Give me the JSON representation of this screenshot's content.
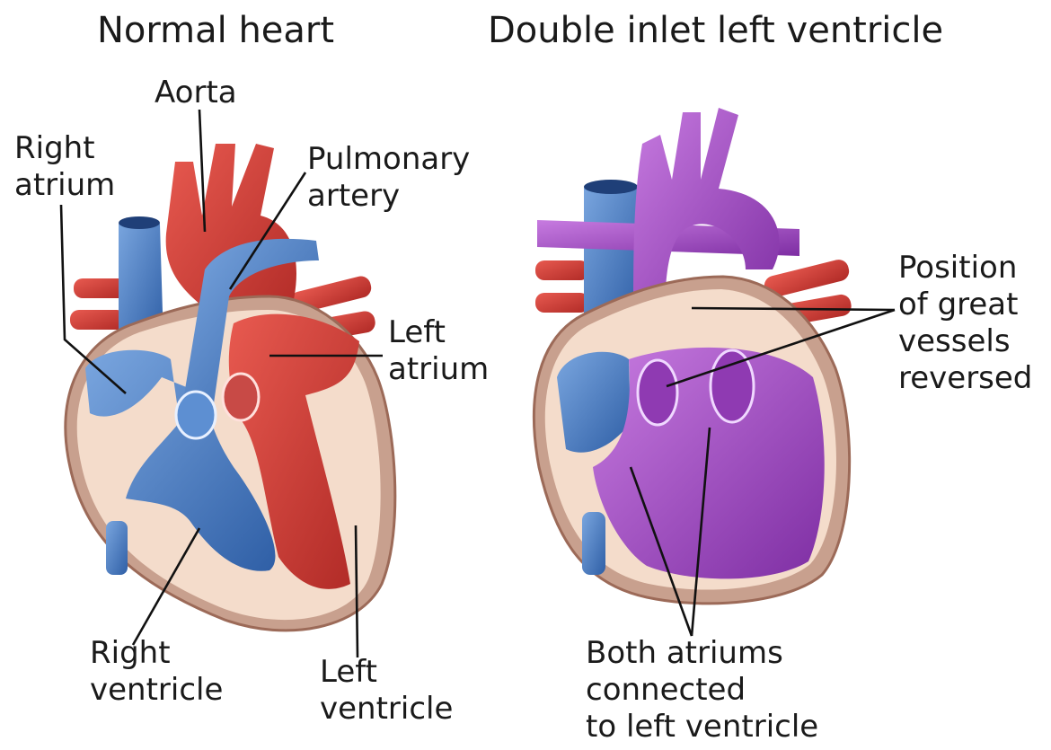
{
  "normal_heart": {
    "title": "Normal heart",
    "labels": {
      "aorta": "Aorta",
      "right_atrium": "Right\natrium",
      "pulmonary_artery": "Pulmonary\nartery",
      "left_atrium": "Left\natrium",
      "right_ventricle": "Right\nventricle",
      "left_ventricle": "Left\nventricle"
    }
  },
  "dilv_heart": {
    "title": "Double inlet left ventricle",
    "labels": {
      "great_vessels": "Position\nof great\nvessels\nreversed",
      "both_atriums": "Both atriums\nconnected\nto left ventricle"
    }
  },
  "colors": {
    "oxygenated": "#d33a35",
    "deoxygenated": "#4f82c9",
    "mixed": "#a347c9",
    "muscle": "#f4dccb"
  }
}
